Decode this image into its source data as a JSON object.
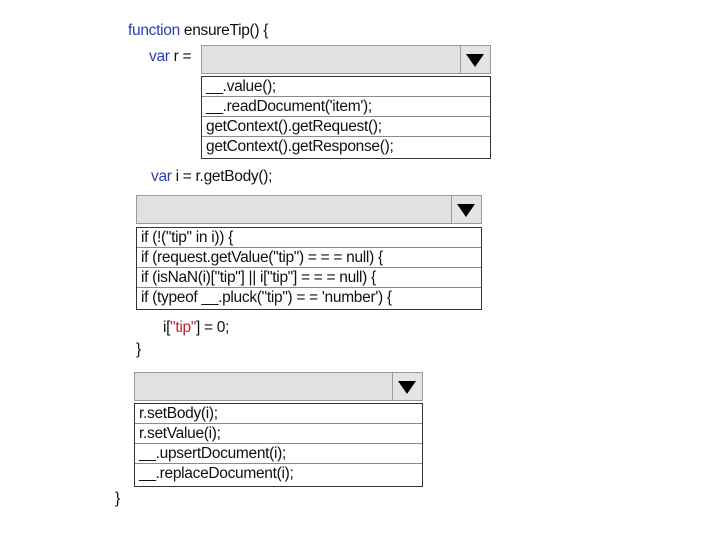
{
  "code": {
    "function_keyword": "function",
    "function_signature": " ensureTip() {",
    "var1_keyword": "var",
    "var1_assign": " r =",
    "var2_keyword": "var",
    "var2_assign": " i = r.getBody();",
    "tip_line_prefix": "i[",
    "tip_line_string": "\"tip\"",
    "tip_line_suffix": "] = 0;",
    "inner_close": "}",
    "outer_close": "}"
  },
  "dropdown1": {
    "selected": "",
    "options": [
      "__.value();",
      "__.readDocument('item');",
      "getContext().getRequest();",
      "getContext().getResponse();"
    ]
  },
  "dropdown2": {
    "selected": "",
    "options": [
      "if (!(\"tip\" in i)) {",
      "if (request.getValue(\"tip\") = = = null) {",
      "if (isNaN(i)[\"tip\"] || i[\"tip\"] = = = null) {",
      "if (typeof __.pluck(\"tip\") = = 'number') {"
    ]
  },
  "dropdown3": {
    "selected": "",
    "options": [
      "r.setBody(i);",
      "r.setValue(i);",
      "__.upsertDocument(i);",
      "__.replaceDocument(i);"
    ]
  },
  "icons": {
    "dropdown_arrow": "triangle-down-icon"
  }
}
